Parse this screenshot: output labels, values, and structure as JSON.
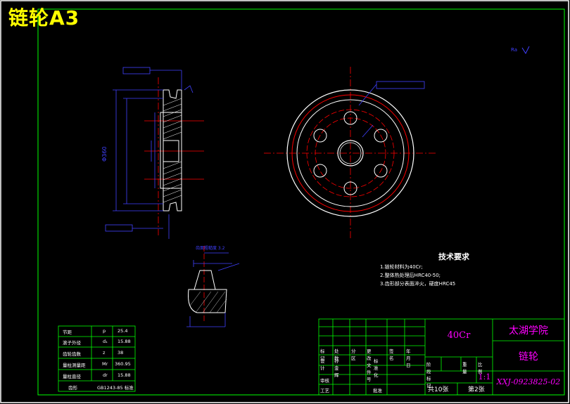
{
  "title": "链轮A3",
  "roughness": "Ra",
  "material": "40Cr",
  "school": "太湖学院",
  "part_name": "链轮",
  "scale": "1:1",
  "drawing_no": "XXJ-0923825-02",
  "sheets_total": "共10张",
  "sheet_no": "第2张",
  "tb_rev_row": [
    "标记",
    "处数",
    "分 区",
    "更改文件号",
    "签 名",
    "年月日"
  ],
  "tb_design_row": [
    "设计",
    "孙金辉",
    "",
    "标准化"
  ],
  "tb_stage_row": [
    "阶 段 标 记",
    "重量",
    "比例"
  ],
  "tb_review": "审核",
  "tb_process": "工艺",
  "tb_approve": "批准",
  "tech_req": {
    "heading": "技术要求",
    "items": [
      "1.链轮材料为40Cr;",
      "2.整体热处理后HRC40-50;",
      "3.齿形部分表面淬火，硬度HRC45"
    ]
  },
  "param_table": {
    "rows": [
      [
        "节距",
        "p",
        "25.4"
      ],
      [
        "滚子外径",
        "d₁",
        "15.88"
      ],
      [
        "齿轮齿数",
        "z",
        "38"
      ],
      [
        "量柱测量距",
        "Mr",
        "360.95"
      ],
      [
        "量柱直径",
        "dr",
        "15.88"
      ],
      [
        "齿形",
        "",
        "GB1243-85 标准"
      ]
    ]
  },
  "detail_label": "齿面粗糙度 3.2"
}
